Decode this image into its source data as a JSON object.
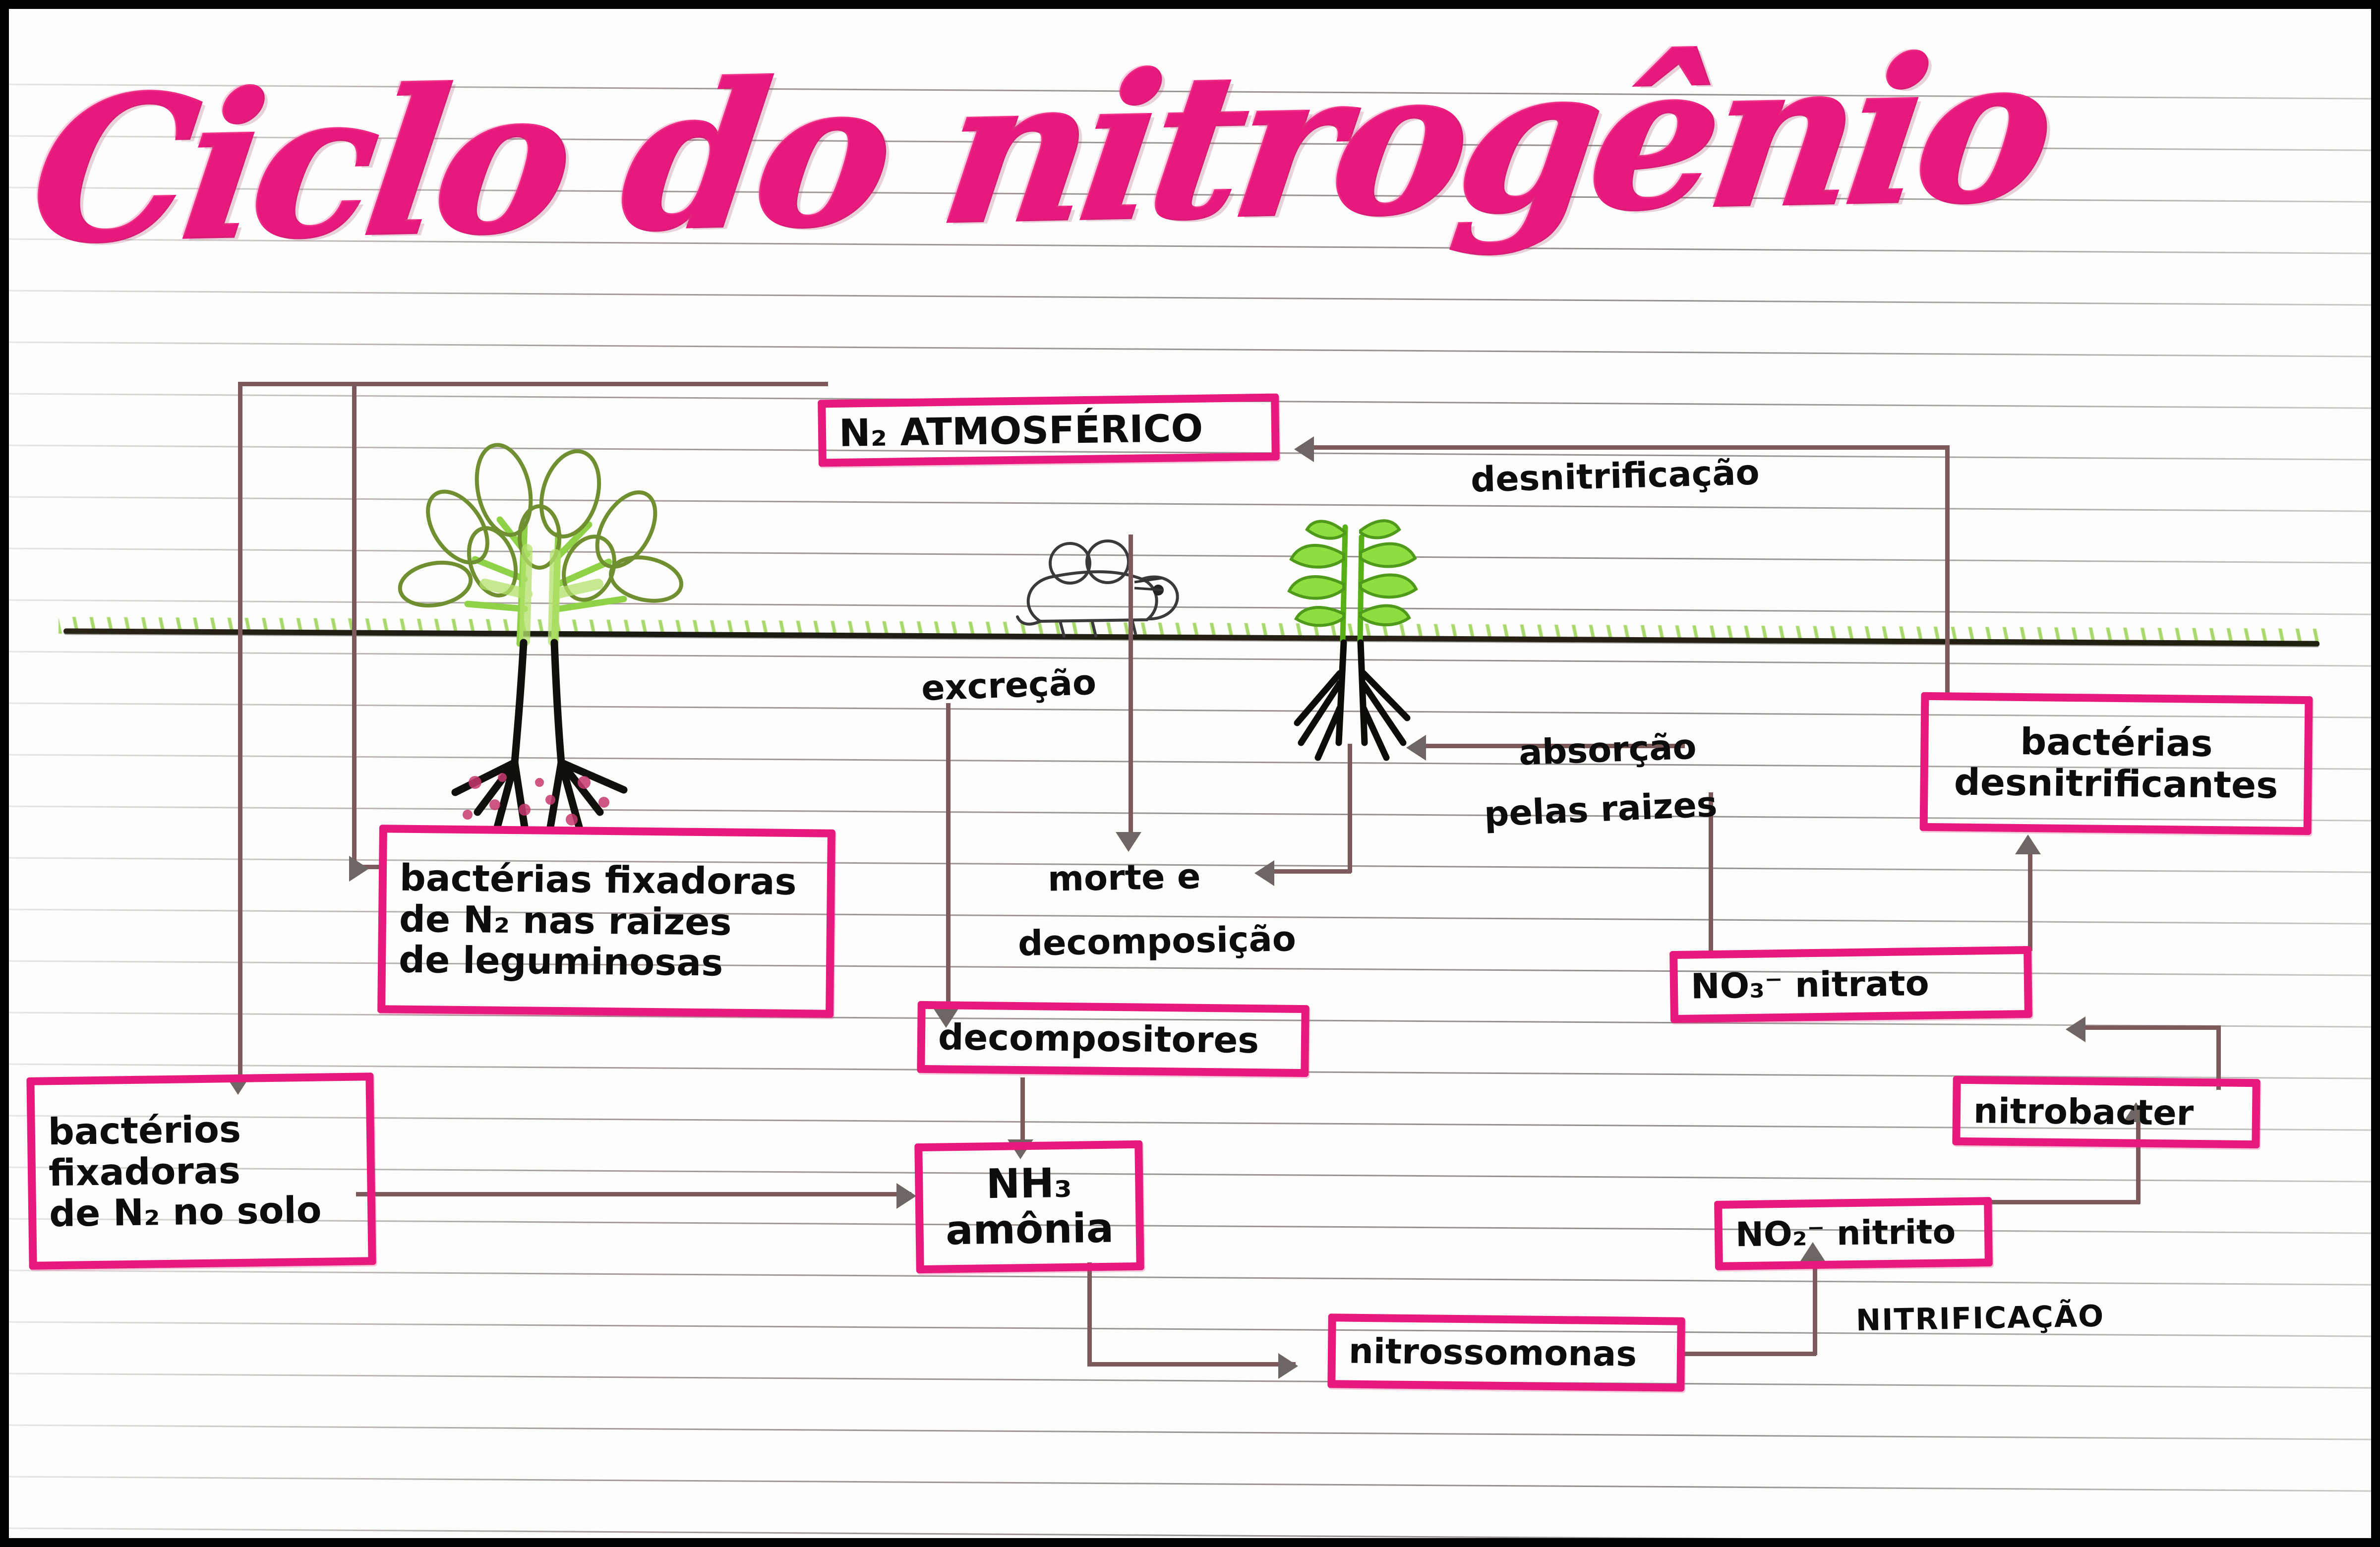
{
  "page": {
    "title": "Ciclo do nitrogênio",
    "paper": "ruled-notebook",
    "colors": {
      "pink": "#e8197c",
      "ink": "#0d0d0d",
      "arrow": "#7c5a5c",
      "arrowhead": "#6e6663",
      "leaf_green": "#7dd43a",
      "soil": "#1f1a12",
      "nodule_pink": "#c83a6e"
    }
  },
  "boxes": {
    "n2_atmospheric": {
      "line1": "N₂  ATMOSFÉRICO"
    },
    "bacteria_root_nodules": {
      "line1": "bactérias fixadoras",
      "line2": "de N₂ nas raizes",
      "line3": "de leguminosas"
    },
    "bacteria_soil": {
      "line1": "bactérios",
      "line2": "fixadoras",
      "line3": "de N₂ no solo"
    },
    "decomposers": {
      "line1": "decompositores"
    },
    "ammonia": {
      "line1": "NH₃",
      "line2": "amônia"
    },
    "nitrosomonas": {
      "line1": "nitrossomonas"
    },
    "nitrite": {
      "line1": "NO₂⁻ nitrito"
    },
    "nitrobacter": {
      "line1": "nitrobacter"
    },
    "nitrate": {
      "line1": "NO₃⁻ nitrato"
    },
    "denitrifying_bacteria": {
      "line1": "bactérias",
      "line2": "desnitrificantes"
    }
  },
  "labels": {
    "denitrification": "desnitrificação",
    "excretion": "excreção",
    "death_line1": "morte e",
    "death_line2": "decomposição",
    "absorption_line1": "absorção",
    "absorption_line2": "pelas raizes",
    "nitrification": "NITRIFICAÇÃO"
  },
  "drawings": {
    "tree": "leafy-tree-with-root-nodules",
    "mouse": "mouse-animal",
    "plant": "small-plant-with-roots",
    "ground": "soil-surface-line"
  }
}
